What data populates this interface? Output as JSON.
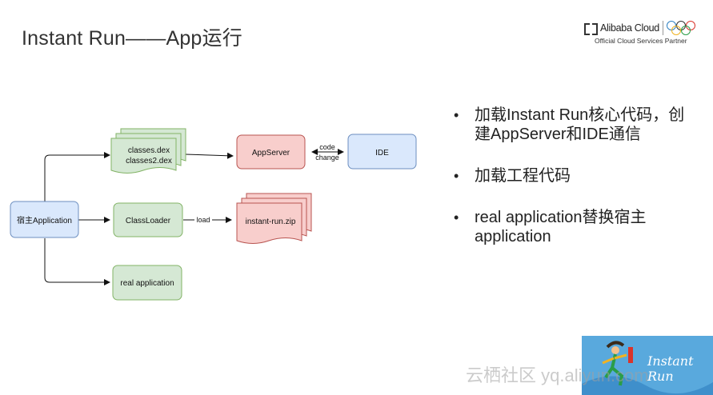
{
  "slide": {
    "title": "Instant Run——App运行"
  },
  "brand": {
    "name": "Alibaba Cloud",
    "subtitle": "Official Cloud Services Partner"
  },
  "diagram": {
    "host": "宿主Application",
    "dex_line1": "classes.dex",
    "dex_line2": "classes2.dex",
    "appserver": "AppServer",
    "ide": "IDE",
    "code_change_line1": "code",
    "code_change_line2": "change",
    "classloader": "ClassLoader",
    "load": "load",
    "zip": "instant-run.zip",
    "real_app": "real application"
  },
  "bullets": [
    "加载Instant Run核心代码，创建AppServer和IDE通信",
    "加载工程代码",
    "real application替换宿主application"
  ],
  "badge": {
    "text": "Instant Run"
  },
  "watermark": "云栖社区 yq.aliyun.com",
  "colors": {
    "green_fill": "#d5e8d4",
    "green_stroke": "#82b366",
    "red_fill": "#f8cecc",
    "red_stroke": "#b85450",
    "blue_fill": "#dae8fc",
    "blue_stroke": "#6c8ebf",
    "badge_bg": "#59a9dd"
  }
}
